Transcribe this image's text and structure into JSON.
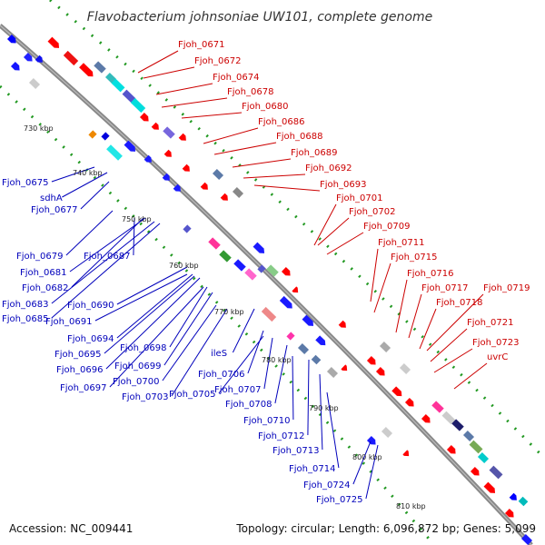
{
  "title": "Flavobacterium johnsoniae UW101, complete genome",
  "footer": {
    "accession": "Accession: NC_009441",
    "summary": "Topology: circular; Length: 6,096,872 bp; Genes: 5,099"
  },
  "colors": {
    "forward_label": "#cc0000",
    "reverse_label": "#0000bb",
    "forward_arrow": "#ff0000",
    "reverse_arrow": "#1a1aff",
    "backbone": "#888888",
    "dotted_ring": "#229922"
  },
  "kbp_ticks": [
    "730 kbp",
    "740 kbp",
    "750 kbp",
    "760 kbp",
    "770 kbp",
    "780 kbp",
    "790 kbp",
    "800 kbp",
    "810 kbp"
  ],
  "forward_genes": [
    "Fjoh_0671",
    "Fjoh_0672",
    "Fjoh_0674",
    "Fjoh_0678",
    "Fjoh_0680",
    "Fjoh_0686",
    "Fjoh_0688",
    "Fjoh_0689",
    "Fjoh_0692",
    "Fjoh_0693",
    "Fjoh_0701",
    "Fjoh_0702",
    "Fjoh_0709",
    "Fjoh_0711",
    "Fjoh_0715",
    "Fjoh_0716",
    "Fjoh_0717",
    "Fjoh_0719",
    "Fjoh_0718",
    "Fjoh_0721",
    "Fjoh_0723",
    "uvrC"
  ],
  "reverse_genes": [
    "Fjoh_0675",
    "sdhA",
    "Fjoh_0677",
    "Fjoh_0679",
    "Fjoh_0687",
    "Fjoh_0681",
    "Fjoh_0682",
    "Fjoh_0683",
    "Fjoh_0690",
    "Fjoh_0685",
    "Fjoh_0691",
    "Fjoh_0694",
    "Fjoh_0698",
    "Fjoh_0695",
    "Fjoh_0699",
    "Fjoh_0696",
    "ileS",
    "Fjoh_0700",
    "Fjoh_0697",
    "Fjoh_0706",
    "Fjoh_0703",
    "Fjoh_0705",
    "Fjoh_0707",
    "Fjoh_0708",
    "Fjoh_0710",
    "Fjoh_0712",
    "Fjoh_0713",
    "Fjoh_0714",
    "Fjoh_0724",
    "Fjoh_0725"
  ]
}
